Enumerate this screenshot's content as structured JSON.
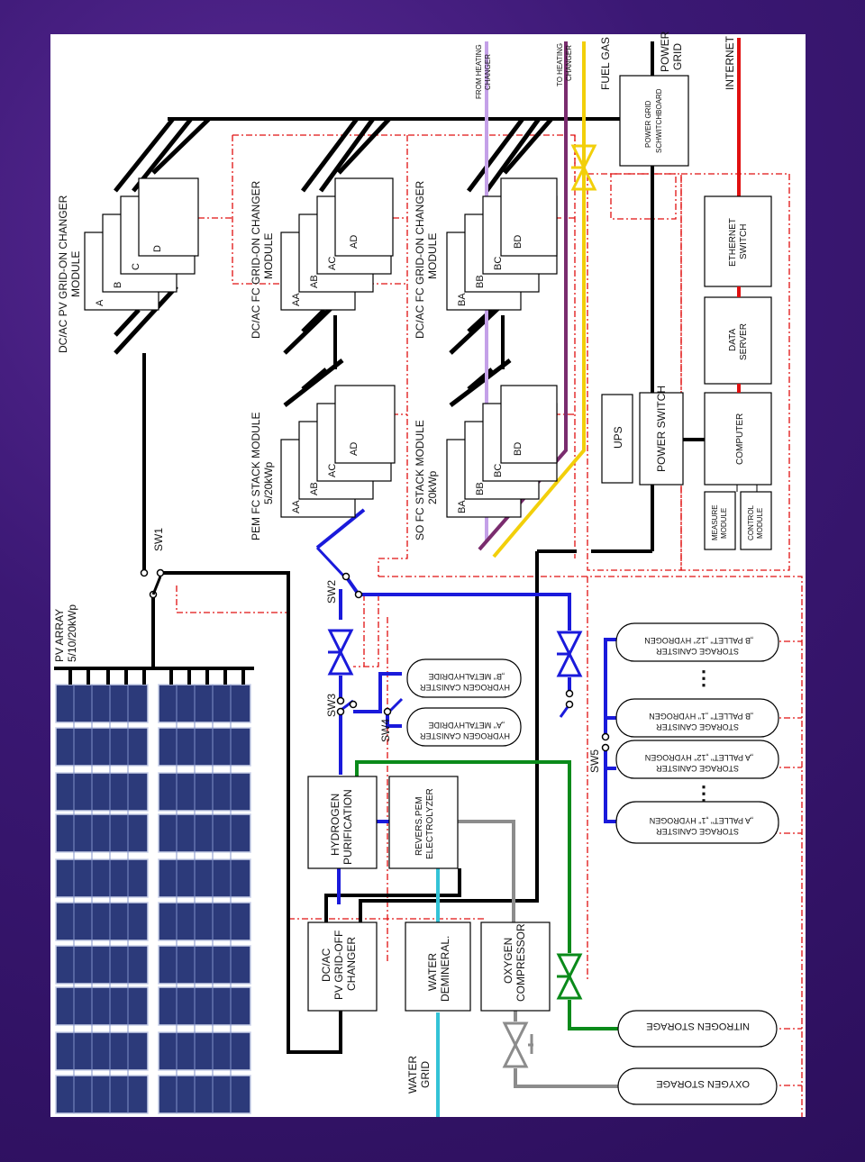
{
  "labels": {
    "pv_array": "PV ARRAY",
    "pv_array_power": "5/10/20kWp",
    "dcac_pv_gridon": "DC/AC PV GRID-ON CHANGER",
    "dcac_pv_gridon_2": "MODULE",
    "dcac_fc_gridon_1": "DC/AC FC GRID-ON CHANGER",
    "dcac_fc_gridon_1b": "MODULE",
    "dcac_fc_gridon_2": "DC/AC FC GRID-ON CHANGER",
    "dcac_fc_gridon_2b": "MODULE",
    "pem_stack": "PEM FC STACK MODULE",
    "pem_stack_power": "5/20kWp",
    "so_stack": "SO FC STACK MODULE",
    "so_stack_power": "20kWp",
    "from_heating": "FROM HEATING",
    "from_heating_2": "CHANGER",
    "to_heating": "TO HEATING",
    "to_heating_2": "CHANGER",
    "fuel_gas": "FUEL GAS",
    "power_grid": "POWER",
    "power_grid_2": "GRID",
    "internet": "INTERNET",
    "switchboard": "POWER GRID",
    "switchboard_2": "SCHWITCHBOARD",
    "ethernet_switch": "ETHERNET",
    "ethernet_switch_2": "SWITCH",
    "data_server": "DATA",
    "data_server_2": "SERVER",
    "ups": "UPS",
    "power_switch": "POWER SWITCH",
    "computer": "COMPUTER",
    "measure_module": "MEASURE",
    "measure_module_2": "MODULE",
    "control_module": "CONTROL",
    "control_module_2": "MODULE",
    "sw1": "SW1",
    "sw2": "SW2",
    "sw3": "SW3",
    "sw4": "SW4",
    "sw5": "SW5",
    "h2_canister_b": "„B\" METALHYDRIDE",
    "h2_canister_b_2": "HYDROGEN CANISTER",
    "h2_canister_a": "„A\" METALHYDRIDE",
    "h2_canister_a_2": "HYDROGEN CANISTER",
    "pallet_b12": "„B PALLET\" „12\" HYDROGEN",
    "pallet_b12_2": "STORAGE CANISTER",
    "pallet_b1": "„B PALLET\" „1\" HYDROGEN",
    "pallet_b1_2": "STORAGE CANISTER",
    "pallet_a12": "„A PALLET\" „12\" HYDROGEN",
    "pallet_a12_2": "STORAGE CANISTER",
    "pallet_a1": "„A PALLET\" „1\" HYDROGEN",
    "pallet_a1_2": "STORAGE CANISTER",
    "h2_purification": "HYDROGEN",
    "h2_purification_2": "PURIFICATION",
    "electrolyzer": "REVERS.PEM",
    "electrolyzer_2": "ELECTROLYZER",
    "dcac_gridoff": "DC/AC",
    "dcac_gridoff_2": "PV GRID-OFF",
    "dcac_gridoff_3": "CHANGER",
    "water_demineral": "WATER",
    "water_demineral_2": "DEMINERAL.",
    "oxygen_compressor": "OXYGEN",
    "oxygen_compressor_2": "COMPRESSOR",
    "water_grid": "WATER",
    "water_grid_2": "GRID",
    "nitrogen_storage": "NITROGEN STORAGE",
    "oxygen_storage": "OXYGEN STORAGE",
    "module_a": "A",
    "module_b": "B",
    "module_c": "C",
    "module_d": "D",
    "stack_aa": "AA",
    "stack_ab": "AB",
    "stack_ac": "AC",
    "stack_ad": "AD",
    "stack_ba": "BA",
    "stack_bb": "BB",
    "stack_bc": "BC",
    "stack_bd": "BD",
    "ellipsis": "⋮"
  },
  "colors": {
    "power": "#000000",
    "hydrogen": "#1a1adb",
    "nitrogen": "#0a8a1a",
    "oxygen": "#8c8c8c",
    "water": "#33c3d6",
    "fuel_gas": "#f2cf0a",
    "to_heating": "#7a2c6e",
    "from_heating": "#c4a0e8",
    "internet": "#e01010",
    "control_bus": "#e01010",
    "pv_panel": "#2c3a7a"
  }
}
